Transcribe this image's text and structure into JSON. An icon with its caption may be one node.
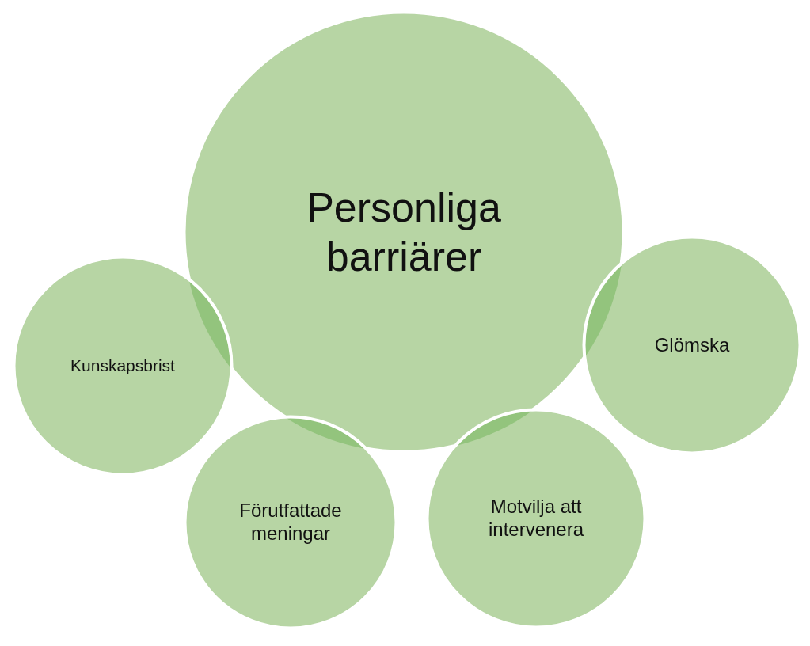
{
  "diagram": {
    "nodes": [
      {
        "text": [
          "Personliga barriärer"
        ]
      },
      {
        "text": [
          "Kunskapsbrist"
        ]
      },
      {
        "text": [
          "Förutfattade meningar"
        ]
      },
      {
        "text": [
          "Motvilja att intervenera"
        ]
      },
      {
        "text": [
          "Glömska"
        ]
      }
    ]
  }
}
